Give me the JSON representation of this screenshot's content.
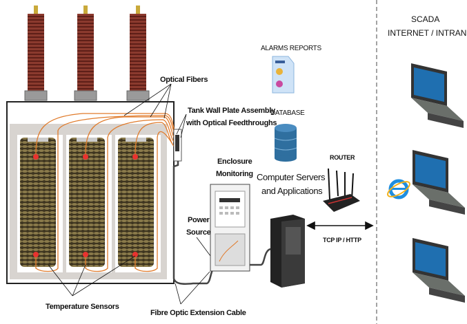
{
  "labels": {
    "optical_fibers": "Optical Fibers",
    "tank_wall_line1": "Tank Wall Plate Assembly",
    "tank_wall_line2": "with Optical Feedthroughs",
    "enclosure_line1": "Enclosure",
    "enclosure_line2": "Monitoring",
    "power_line1": "Power",
    "power_line2": "Source",
    "temperature_sensors": "Temperature Sensors",
    "fibre_cable": "Fibre Optic Extension Cable",
    "alarms_reports": "ALARMS REPORTS",
    "database": "DATABASE",
    "servers_line1": "Computer Servers",
    "servers_line2": "and Applications",
    "router": "ROUTER",
    "protocol": "TCP IP / HTTP",
    "scada": "SCADA",
    "network": "INTERNET / INTRANET"
  },
  "icons": [
    "transformer-bushing-icon",
    "transformer-coil-icon",
    "temperature-sensor-icon",
    "report-document-icon",
    "database-icon",
    "router-icon",
    "server-tower-icon",
    "laptop-icon",
    "internet-explorer-icon",
    "monitoring-enclosure-icon"
  ],
  "colors": {
    "fiber": "#e07a2a",
    "sensor": "#e8332f",
    "bushing": "#7a2a22",
    "coil": "#4a3f22",
    "database": "#2f6f9f",
    "tank_inner": "#d8d4d0"
  }
}
